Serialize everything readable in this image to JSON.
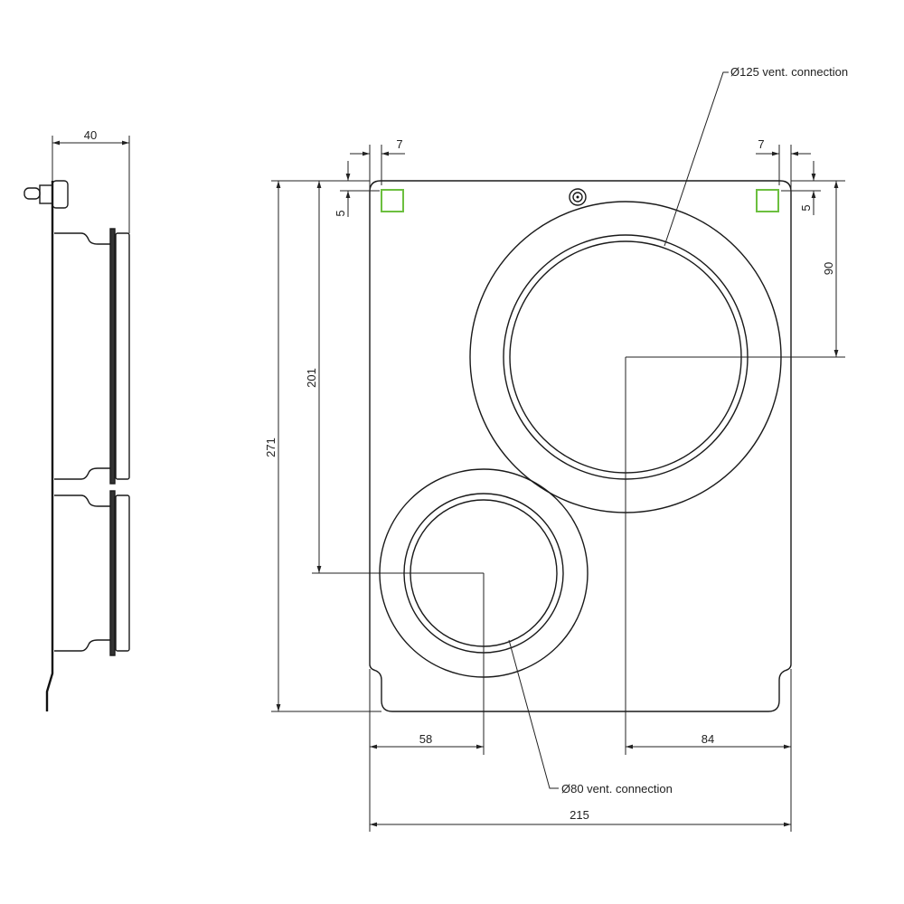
{
  "dimensions": {
    "side_depth": "40",
    "top_offset_left": "7",
    "top_offset_right": "7",
    "vert_offset_left": "5",
    "vert_offset_right": "5",
    "total_height": "271",
    "small_center_height": "201",
    "large_center_from_top": "90",
    "small_center_from_left": "58",
    "large_center_from_right": "84",
    "total_width": "215"
  },
  "callouts": {
    "large_connection": "Ø125 vent. connection",
    "small_connection": "Ø80 vent. connection"
  },
  "colors": {
    "marker": "#6cbf3f",
    "line": "#1a1a1a"
  }
}
